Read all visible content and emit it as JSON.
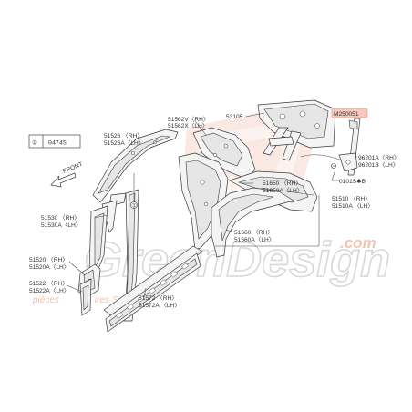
{
  "watermark": {
    "brand": "GreenDesign",
    "domain": ".com",
    "tagline": "pièces              ires Subaru"
  },
  "legend": {
    "marker": "①",
    "code": "0474S"
  },
  "front_label": "FRONT",
  "highlight": {
    "part": "M250051",
    "color": "#f6c9bd"
  },
  "callout_marker": "①",
  "labels": {
    "p53105": "53105",
    "p51562": "51562V〈RH〉",
    "p51562b": "51562X〈LH〉",
    "p51526": "51526  〈RH〉",
    "p51526b": "51526A〈LH〉",
    "p96201": "96201A〈RH〉",
    "p96201b": "96201B〈LH〉",
    "p0101": "0101S✱B",
    "p51650": "51650  〈RH〉",
    "p51650b": "51650A〈LH〉",
    "p51510": "51510  〈RH〉",
    "p51510b": "51510A 〈LH〉",
    "p51530": "51530  〈RH〉",
    "p51530b": "51530A〈LH〉",
    "p51560": "51560  〈RH〉",
    "p51560b": "51560A〈LH〉",
    "p51520": "51520  〈RH〉",
    "p51520b": "51520A〈LH〉",
    "p51522": "51522  〈RH〉",
    "p51522b": "51522A〈LH〉",
    "p51572": "51572  〈RH〉",
    "p51572b": "51572A 〈LH〉"
  }
}
